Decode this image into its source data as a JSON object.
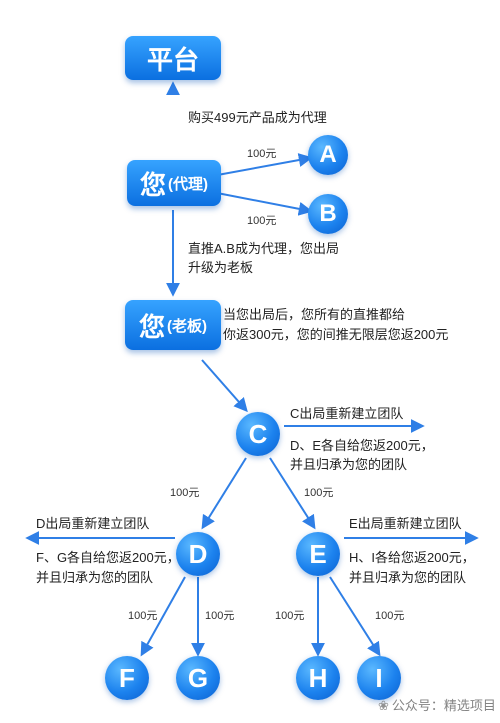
{
  "nodes": {
    "platform": "平台",
    "you_agent_main": "您",
    "you_agent_sub": "(代理)",
    "you_boss_main": "您",
    "you_boss_sub": "(老板)",
    "A": "A",
    "B": "B",
    "C": "C",
    "D": "D",
    "E": "E",
    "F": "F",
    "G": "G",
    "H": "H",
    "I": "I"
  },
  "labels": {
    "buy": "购买499元产品成为代理",
    "money": "100元",
    "direct_line1": "直推A.B成为代理，您出局",
    "direct_line2": "升级为老板",
    "boss_line1": "当您出局后，您所有的直推都给",
    "boss_line2": "你返300元，您的间推无限层您返200元",
    "c_rebuild": "C出局重新建立团队",
    "c_line1": "D、E各自给您返200元，",
    "c_line2": "并且归承为您的团队",
    "d_rebuild": "D出局重新建立团队",
    "d_line1": "F、G各自给您返200元，",
    "d_line2": "并且归承为您的团队",
    "e_rebuild": "E出局重新建立团队",
    "e_line1": "H、I各给您返200元，",
    "e_line2": "并且归承为您的团队"
  },
  "watermark": "公众号：精选项目",
  "colors": {
    "node_blue": "#1677e6",
    "arrow_blue": "#2f7fe6",
    "text": "#222222"
  }
}
